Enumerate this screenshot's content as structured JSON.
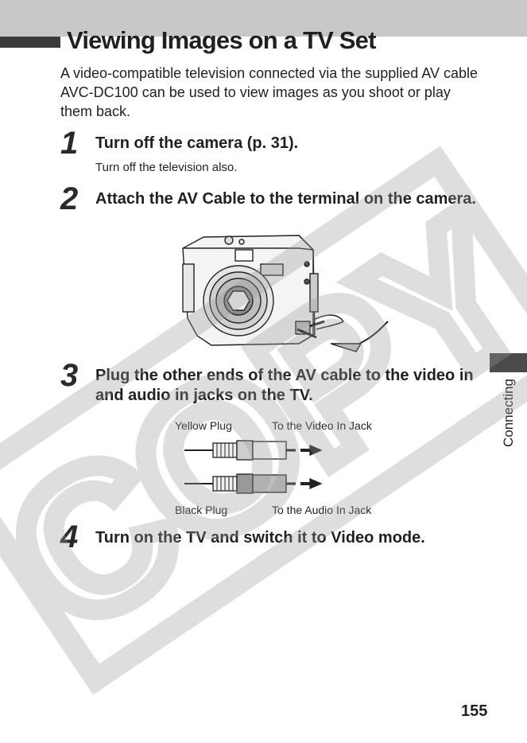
{
  "title": "Viewing Images on a TV Set",
  "intro": "A video-compatible television connected via the supplied AV cable AVC-DC100 can be used to view images as you shoot or play them back.",
  "steps": [
    {
      "number": "1",
      "heading": "Turn off the camera (p. 31).",
      "note": "Turn off the television also."
    },
    {
      "number": "2",
      "heading": "Attach the AV Cable to the terminal on the camera."
    },
    {
      "number": "3",
      "heading": "Plug the other ends of the AV cable to the video in and audio in jacks on the TV."
    },
    {
      "number": "4",
      "heading": "Turn on the TV and switch it to Video mode."
    }
  ],
  "plug_labels": {
    "yellow_plug": "Yellow Plug",
    "video_jack": "To the Video In Jack",
    "black_plug": "Black Plug",
    "audio_jack": "To the Audio In Jack"
  },
  "side_tab_label": "Connecting",
  "page_number": "155",
  "watermark": "COPY",
  "colors": {
    "title_band": "#c8c8c8",
    "side_tab": "#4a4a4a",
    "watermark": "#9a9a9a"
  }
}
